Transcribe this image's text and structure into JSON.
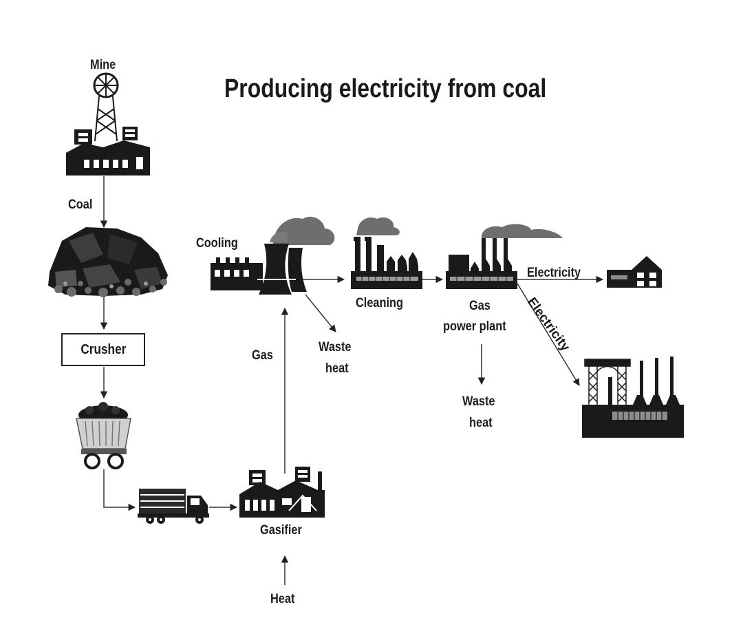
{
  "diagram": {
    "title": "Producing electricity from coal",
    "labels": {
      "mine": "Mine",
      "coal": "Coal",
      "crusher": "Crusher",
      "cooling": "Cooling",
      "cleaning": "Cleaning",
      "gas": "Gas",
      "waste_heat_1": [
        "Waste",
        "heat"
      ],
      "gas_power_plant": [
        "Gas",
        "power plant"
      ],
      "waste_heat_2": [
        "Waste",
        "heat"
      ],
      "electricity_1": "Electricity",
      "electricity_2": "Electricity",
      "gasifier": "Gasifier",
      "heat": "Heat"
    },
    "colors": {
      "ink": "#1a1a1a",
      "cloud": "#6e6e6e",
      "grey": "#8c8c8c",
      "light": "#d0d0d0"
    },
    "icons": [
      "mine-icon",
      "coal-pile-icon",
      "mine-cart-icon",
      "truck-icon",
      "gasifier-plant-icon",
      "cooling-tower-icon",
      "cleaning-plant-icon",
      "gas-power-plant-icon",
      "house-icon",
      "industrial-plant-icon"
    ]
  }
}
